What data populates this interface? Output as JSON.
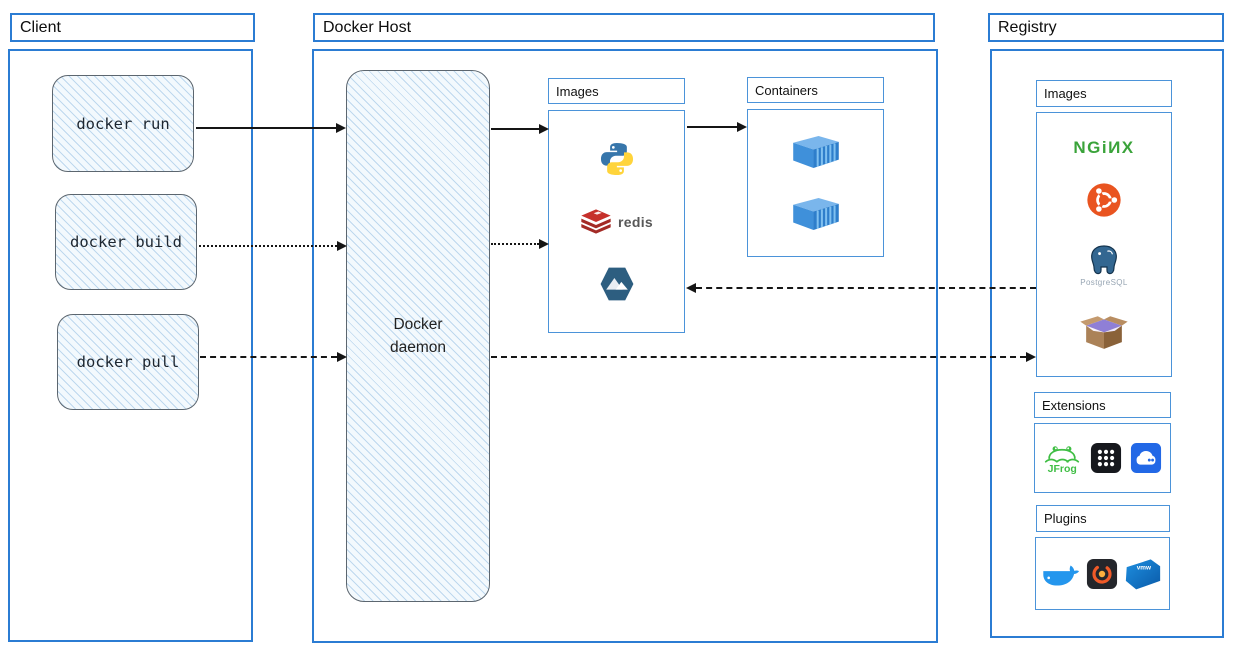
{
  "client": {
    "title": "Client",
    "commands": [
      {
        "label": "docker run"
      },
      {
        "label": "docker build"
      },
      {
        "label": "docker pull"
      }
    ]
  },
  "docker_host": {
    "title": "Docker Host",
    "daemon_label": "Docker daemon",
    "images_panel": {
      "title": "Images",
      "redis_label": "redis",
      "icons": [
        "python-logo",
        "redis-logo",
        "alpine-linux-logo"
      ]
    },
    "containers_panel": {
      "title": "Containers",
      "icons": [
        "shipping-container",
        "shipping-container"
      ]
    }
  },
  "registry": {
    "title": "Registry",
    "images_panel": {
      "title": "Images",
      "nginx_wordmark": "NGiИX",
      "postgresql_label": "PostgreSQL",
      "icons": [
        "nginx-wordmark",
        "ubuntu-logo",
        "postgresql-logo",
        "open-package-box"
      ]
    },
    "extensions_panel": {
      "title": "Extensions",
      "jfrog_label": "JFrog",
      "icons": [
        "jfrog-logo",
        "app-grid-icon",
        "disk-app-icon"
      ]
    },
    "plugins_panel": {
      "title": "Plugins",
      "vmware_label": "vmw",
      "icons": [
        "docker-whale-logo",
        "grafana-logo",
        "vmware-logo"
      ]
    }
  },
  "arrows": [
    {
      "name": "docker-run-to-daemon",
      "style": "solid"
    },
    {
      "name": "docker-build-to-daemon",
      "style": "dotted"
    },
    {
      "name": "docker-pull-to-daemon",
      "style": "dashed"
    },
    {
      "name": "daemon-to-images",
      "style": "solid"
    },
    {
      "name": "daemon-to-images-build",
      "style": "dotted"
    },
    {
      "name": "images-to-containers",
      "style": "solid"
    },
    {
      "name": "registry-images-to-host-images",
      "style": "dashed"
    },
    {
      "name": "daemon-to-registry-images",
      "style": "dashed"
    }
  ],
  "colors": {
    "section_border": "#2b7cd3",
    "panel_border": "#4b93d9",
    "sketch_border": "#5c666f",
    "hatch_fill": "#f3f9fd",
    "arrow": "#151515",
    "nginx_green": "#3aa33a",
    "ubuntu_orange": "#e95420",
    "redis_red": "#c6302b",
    "alpine_navy": "#2d5e80",
    "container_blue": "#3f90da",
    "docker_blue": "#2496ed",
    "grafana_orange": "#f05a28",
    "vmware_blue": "#0f6cb6",
    "jfrog_green": "#3fbe44",
    "postgres_blue": "#336791"
  }
}
